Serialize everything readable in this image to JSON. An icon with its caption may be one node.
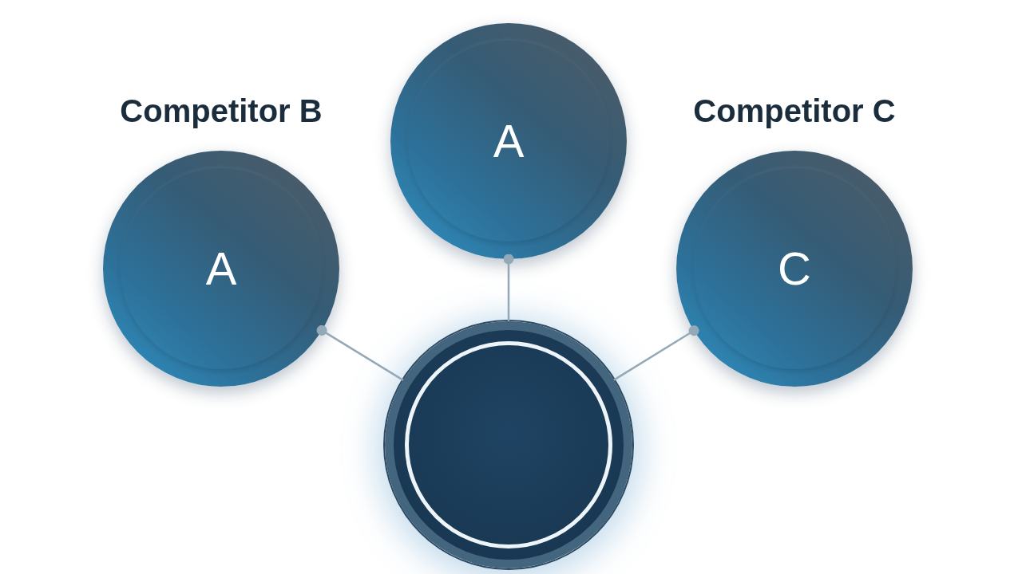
{
  "diagram": {
    "nodes": [
      {
        "text": [
          "Competitor B",
          "A"
        ]
      },
      {
        "text": [
          "A"
        ]
      },
      {
        "text": [
          "Competitor C",
          "C"
        ]
      },
      {
        "text": [],
        "shape": "circle"
      }
    ],
    "edges": [
      {
        "from": 0,
        "to": 3,
        "arrow": "other"
      },
      {
        "from": 1,
        "to": 3,
        "arrow": "other"
      },
      {
        "from": 2,
        "to": 3,
        "arrow": "other"
      }
    ]
  }
}
